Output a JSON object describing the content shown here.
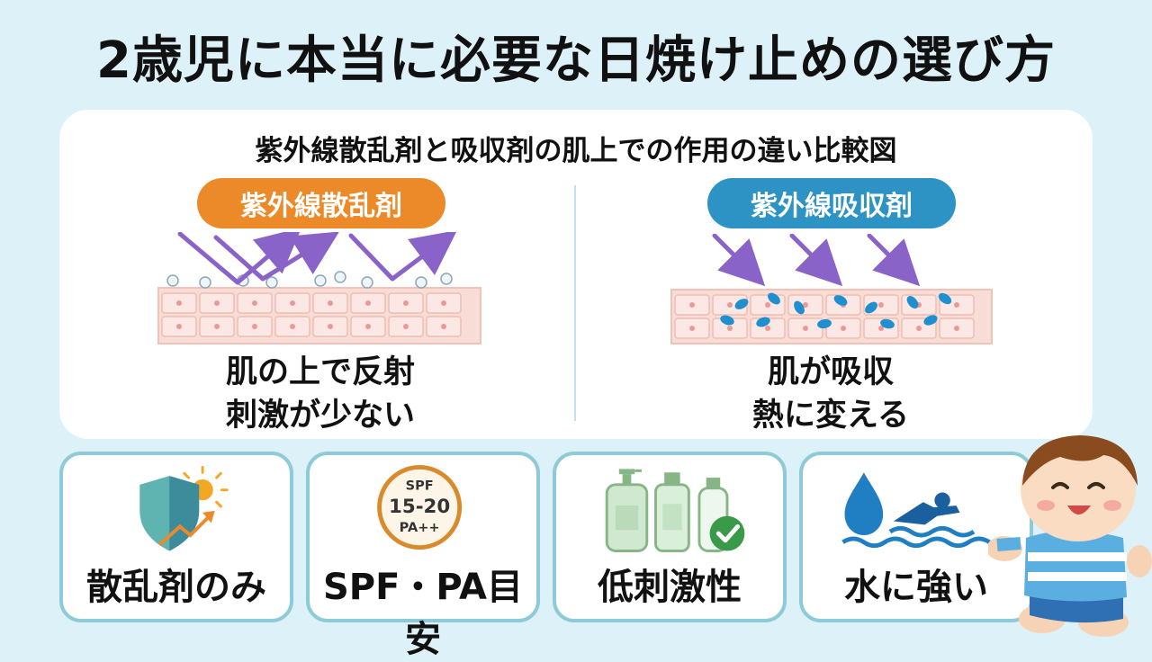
{
  "page": {
    "title": "2歳児に本当に必要な日焼け止めの選び方"
  },
  "comparison": {
    "title": "紫外線散乱剤と吸収剤の肌上での作用の違い比較図",
    "scatter": {
      "badge": "紫外線散乱剤",
      "badge_color": "#ec8a2a",
      "desc_line1": "肌の上で反射",
      "desc_line2": "刺激が少ない"
    },
    "absorb": {
      "badge": "紫外線吸収剤",
      "badge_color": "#2c93c4",
      "desc_line1": "肌が吸収",
      "desc_line2": "熱に変える"
    }
  },
  "cards": [
    {
      "label": "散乱剤のみ",
      "icon": "shield-sun-icon"
    },
    {
      "label": "SPF・PA目安",
      "icon": "spf-badge-icon",
      "spf_line1": "SPF",
      "spf_line2": "15-20",
      "spf_line3": "PA++"
    },
    {
      "label": "低刺激性",
      "icon": "bottles-check-icon"
    },
    {
      "label": "水に強い",
      "icon": "water-swim-icon"
    }
  ],
  "colors": {
    "background": "#dcf1f8",
    "uv_arrow": "#8a63c9",
    "card_border": "#8fcad8",
    "orange": "#ec8a2a",
    "blue": "#2c93c4"
  }
}
